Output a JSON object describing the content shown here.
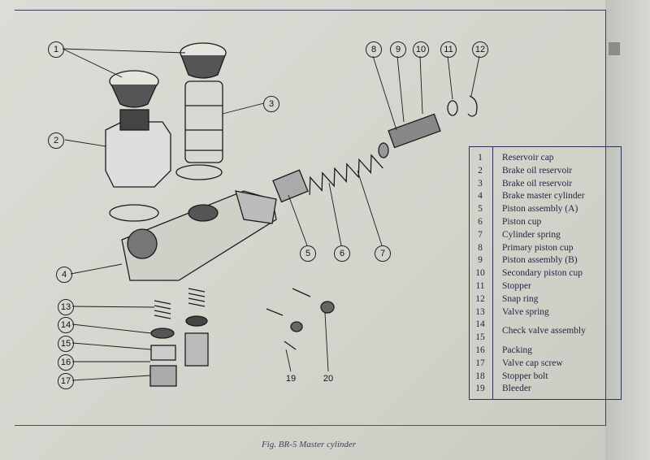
{
  "figure": {
    "caption": "Fig. BR-5 Master cylinder"
  },
  "legend": [
    {
      "n": "1",
      "label": "Reservoir cap"
    },
    {
      "n": "2",
      "label": "Brake oil reservoir"
    },
    {
      "n": "3",
      "label": "Brake oil reservoir"
    },
    {
      "n": "4",
      "label": "Brake master cylinder"
    },
    {
      "n": "5",
      "label": "Piston assembly (A)"
    },
    {
      "n": "6",
      "label": "Piston cup"
    },
    {
      "n": "7",
      "label": "Cylinder spring"
    },
    {
      "n": "8",
      "label": "Primary piston cup"
    },
    {
      "n": "9",
      "label": "Piston assembly (B)"
    },
    {
      "n": "10",
      "label": "Secondary piston cup"
    },
    {
      "n": "11",
      "label": "Stopper"
    },
    {
      "n": "12",
      "label": "Snap ring"
    },
    {
      "n": "13",
      "label": "Valve spring"
    },
    {
      "n": "14",
      "label": ""
    },
    {
      "n": "15",
      "label": "Check valve assembly"
    },
    {
      "n": "16",
      "label": "Packing"
    },
    {
      "n": "17",
      "label": "Valve cap screw"
    },
    {
      "n": "18",
      "label": "Stopper bolt"
    },
    {
      "n": "19",
      "label": "Bleeder"
    }
  ],
  "callouts": [
    "1",
    "2",
    "3",
    "4",
    "5",
    "6",
    "7",
    "8",
    "9",
    "10",
    "11",
    "12",
    "13",
    "14",
    "15",
    "16",
    "17",
    "19",
    "20"
  ]
}
